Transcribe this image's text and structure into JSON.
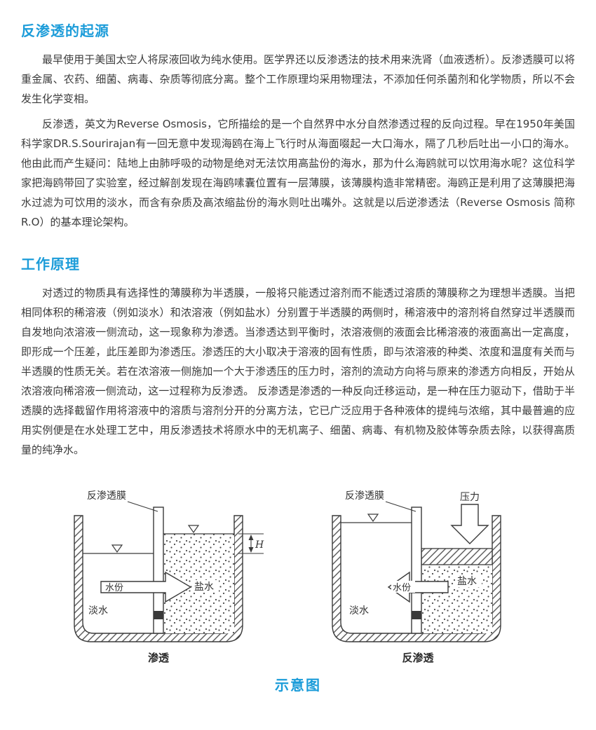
{
  "page": {
    "background_color": "#ffffff",
    "accent_color": "#1c9cd9",
    "text_color": "#3c3c3c"
  },
  "sections": [
    {
      "heading": "反渗透的起源",
      "paragraphs": [
        "最早使用于美国太空人将尿液回收为纯水使用。医学界还以反渗透法的技术用来洗肾（血液透析）。反渗透膜可以将重金属、农药、细菌、病毒、杂质等彻底分离。整个工作原理均采用物理法，不添加任何杀菌剂和化学物质，所以不会发生化学变相。",
        "反渗透，英文为Reverse Osmosis，它所描绘的是一个自然界中水分自然渗透过程的反向过程。早在1950年美国科学家DR.S.Sourirajan有一回无意中发现海鸥在海上飞行时从海面啜起一大口海水，隔了几秒后吐出一小口的海水。他由此而产生疑问：陆地上由肺呼吸的动物是绝对无法饮用高盐份的海水，那为什么海鸥就可以饮用海水呢？这位科学家把海鸥带回了实验室，经过解剖发现在海鸥嗉囊位置有一层薄膜，该薄膜构造非常精密。海鸥正是利用了这薄膜把海水过滤为可饮用的淡水，而含有杂质及高浓缩盐份的海水则吐出嘴外。这就是以后逆渗透法（Reverse Osmosis 简称 R.O）的基本理论架构。"
      ]
    },
    {
      "heading": "工作原理",
      "paragraphs": [
        "对透过的物质具有选择性的薄膜称为半透膜，一般将只能透过溶剂而不能透过溶质的薄膜称之为理想半透膜。当把相同体积的稀溶液（例如淡水）和浓溶液（例如盐水）分别置于半透膜的两侧时，稀溶液中的溶剂将自然穿过半透膜而自发地向浓溶液一侧流动，这一现象称为渗透。当渗透达到平衡时，浓溶液侧的液面会比稀溶液的液面高出一定高度，即形成一个压差，此压差即为渗透压。渗透压的大小取决于溶液的固有性质，即与浓溶液的种类、浓度和温度有关而与半透膜的性质无关。若在浓溶液一侧施加一个大于渗透压的压力时，溶剂的流动方向将与原来的渗透方向相反，开始从浓溶液向稀溶液一侧流动，这一过程称为反渗透。 反渗透是渗透的一种反向迁移运动，是一种在压力驱动下，借助于半透膜的选择截留作用将溶液中的溶质与溶剂分开的分离方法，它已广泛应用于各种液体的提纯与浓缩，其中最普遍的应用实例便是在水处理工艺中，用反渗透技术将原水中的无机离子、细菌、病毒、有机物及胶体等杂质去除，以获得高质量的纯净水。"
      ]
    }
  ],
  "figure": {
    "caption": "示意图",
    "osmosis": {
      "membrane_label": "反渗透膜",
      "flow_label": "水份",
      "fresh_water_label": "淡水",
      "salt_water_label": "盐水",
      "height_label": "H",
      "caption": "渗透"
    },
    "reverse_osmosis": {
      "membrane_label": "反渗透膜",
      "pressure_label": "压力",
      "flow_label": "水份",
      "fresh_water_label": "淡水",
      "salt_water_label": "盐水",
      "caption": "反渗透"
    }
  }
}
